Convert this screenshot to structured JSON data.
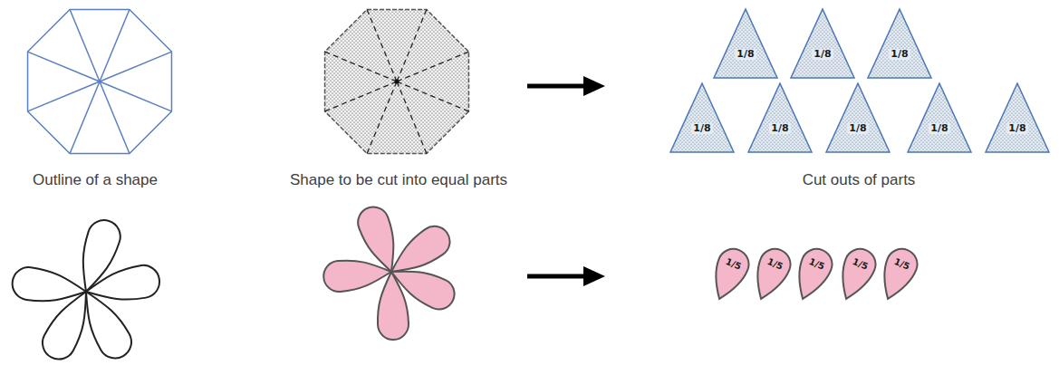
{
  "diagram": {
    "nodes": [
      {
        "text": [
          "1/8"
        ]
      },
      {
        "text": [
          "1/8"
        ]
      },
      {
        "text": [
          "1/8"
        ]
      },
      {
        "text": [
          "1/8"
        ]
      },
      {
        "text": [
          "1/8"
        ]
      },
      {
        "text": [
          "1/8"
        ]
      },
      {
        "text": [
          "1/8"
        ]
      },
      {
        "text": [
          "1/8"
        ]
      },
      {
        "text": [
          "1/5"
        ]
      },
      {
        "text": [
          "1/5"
        ]
      },
      {
        "text": [
          "1/5"
        ]
      },
      {
        "text": [
          "1/5"
        ]
      },
      {
        "text": [
          "1/5"
        ]
      }
    ],
    "labels": [
      "Outline of a shape",
      "Shape to be cut into equal parts",
      "Cut outs of parts"
    ]
  }
}
